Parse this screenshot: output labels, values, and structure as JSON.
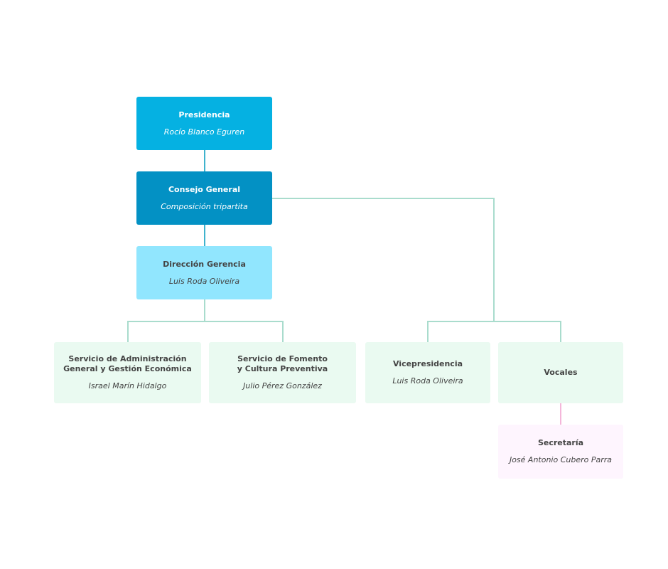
{
  "org_chart": {
    "presidencia": {
      "title": "Presidencia",
      "name": "Rocío Blanco Eguren",
      "color": "#05b1e2"
    },
    "consejo_general": {
      "title": "Consejo General",
      "name": "Composición tripartita",
      "color": "#0391c4"
    },
    "direccion_gerencia": {
      "title": "Dirección Gerencia",
      "name": "Luis Roda Oliveira",
      "color": "#91e6fe"
    },
    "servicio_administracion": {
      "title": "Servicio de Administración\nGeneral y Gestión Económica",
      "name": "Israel Marín Hidalgo",
      "color": "#eafaf1"
    },
    "servicio_fomento": {
      "title": "Servicio de Fomento\ny Cultura Preventiva",
      "name": "Julio Pérez González",
      "color": "#eafaf1"
    },
    "vicepresidencia": {
      "title": "Vicepresidencia",
      "name": "Luis Roda Oliveira",
      "color": "#eafaf1"
    },
    "vocales": {
      "title": "Vocales",
      "color": "#eafaf1"
    },
    "secretaria": {
      "title": "Secretaría",
      "name": "José Antonio Cubero Parra",
      "color": "#fef5fe"
    }
  },
  "connector_colors": {
    "main": "#3fb3cd",
    "branch": "#a9dccd",
    "secretaria": "#f4b6da"
  }
}
